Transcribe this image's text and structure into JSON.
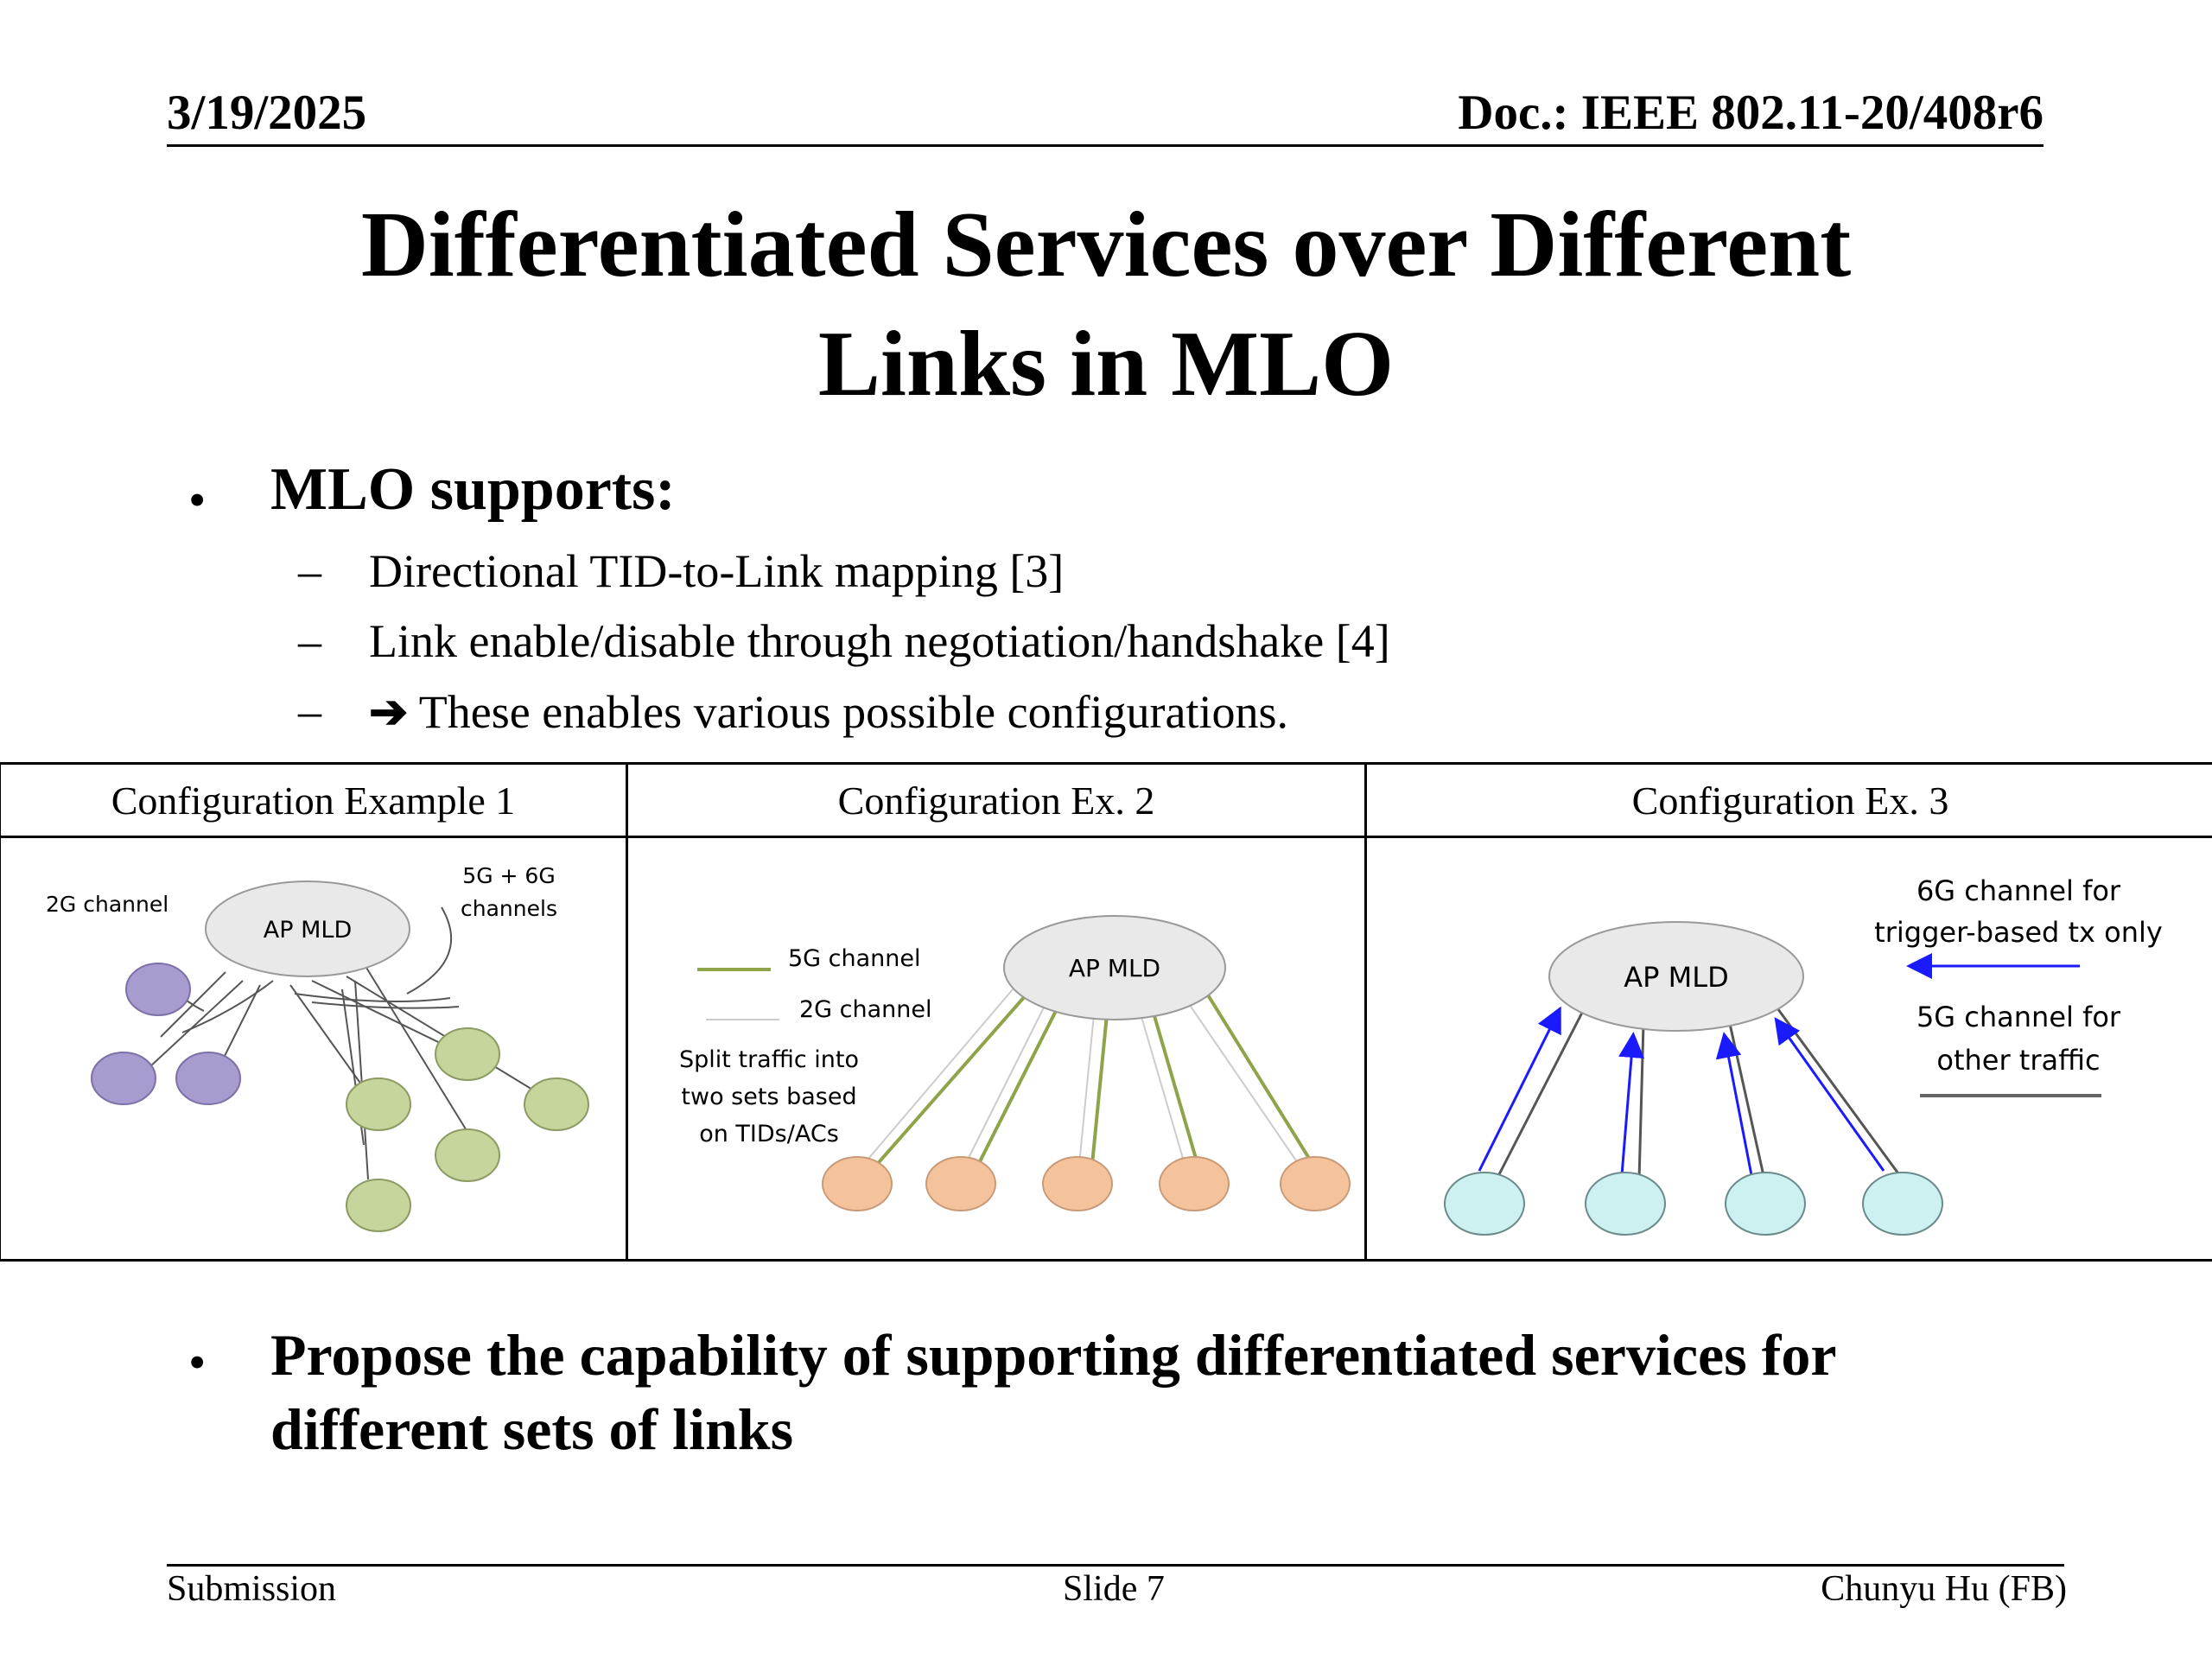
{
  "header": {
    "date": "3/19/2025",
    "doc": "Doc.: IEEE 802.11-20/408r6"
  },
  "title": {
    "line1": "Differentiated Services over Different",
    "line2": "Links in MLO"
  },
  "bullets": {
    "main": "MLO supports:",
    "subs": [
      "Directional TID-to-Link mapping [3]",
      "Link enable/disable through negotiation/handshake [4]",
      "These enables various possible configurations."
    ],
    "arrow_glyph": "➔",
    "proposal_line1": "Propose the capability of supporting differentiated services for",
    "proposal_line2": "different sets of links"
  },
  "table": {
    "headers": [
      "Configuration Example 1",
      "Configuration Ex. 2",
      "Configuration Ex. 3"
    ],
    "ex1": {
      "ap": "AP MLD",
      "label_2g": "2G channel",
      "label_56g_1": "5G + 6G",
      "label_56g_2": "channels"
    },
    "ex2": {
      "ap": "AP MLD",
      "legend_5g": "5G channel",
      "legend_2g": "2G channel",
      "note1": "Split traffic into",
      "note2": "two sets based",
      "note3": "on TIDs/ACs"
    },
    "ex3": {
      "ap": "AP MLD",
      "label6_1": "6G channel for",
      "label6_2": "trigger-based tx only",
      "label5_1": "5G channel for",
      "label5_2": "other traffic"
    }
  },
  "colors": {
    "purple_node": "#a89bd0",
    "green_node": "#c5d59b",
    "peach_node": "#f5c39b",
    "cyan_node": "#cdf0f0",
    "ap_node": "#e9e9e9",
    "olive_line": "#8fa34a",
    "blue_arrow": "#1a1aff"
  },
  "footer": {
    "left": "Submission",
    "center": "Slide 7",
    "right": "Chunyu Hu (FB)"
  }
}
